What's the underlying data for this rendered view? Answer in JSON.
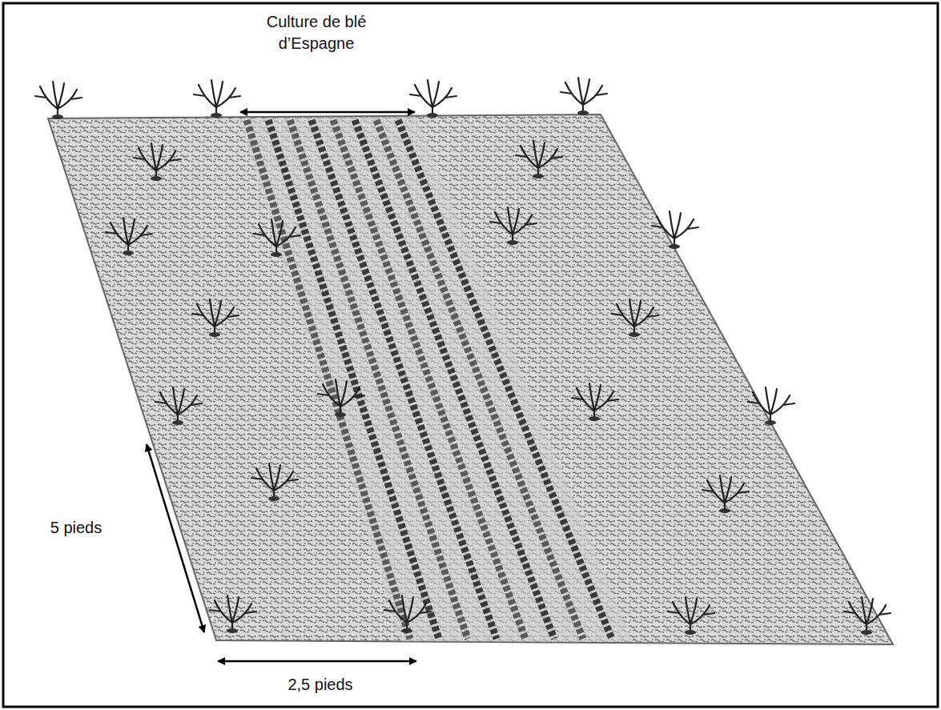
{
  "diagram": {
    "labels": [
      "Culture de blé d’Espagne",
      "5 pieds",
      "2,5 pieds"
    ]
  }
}
